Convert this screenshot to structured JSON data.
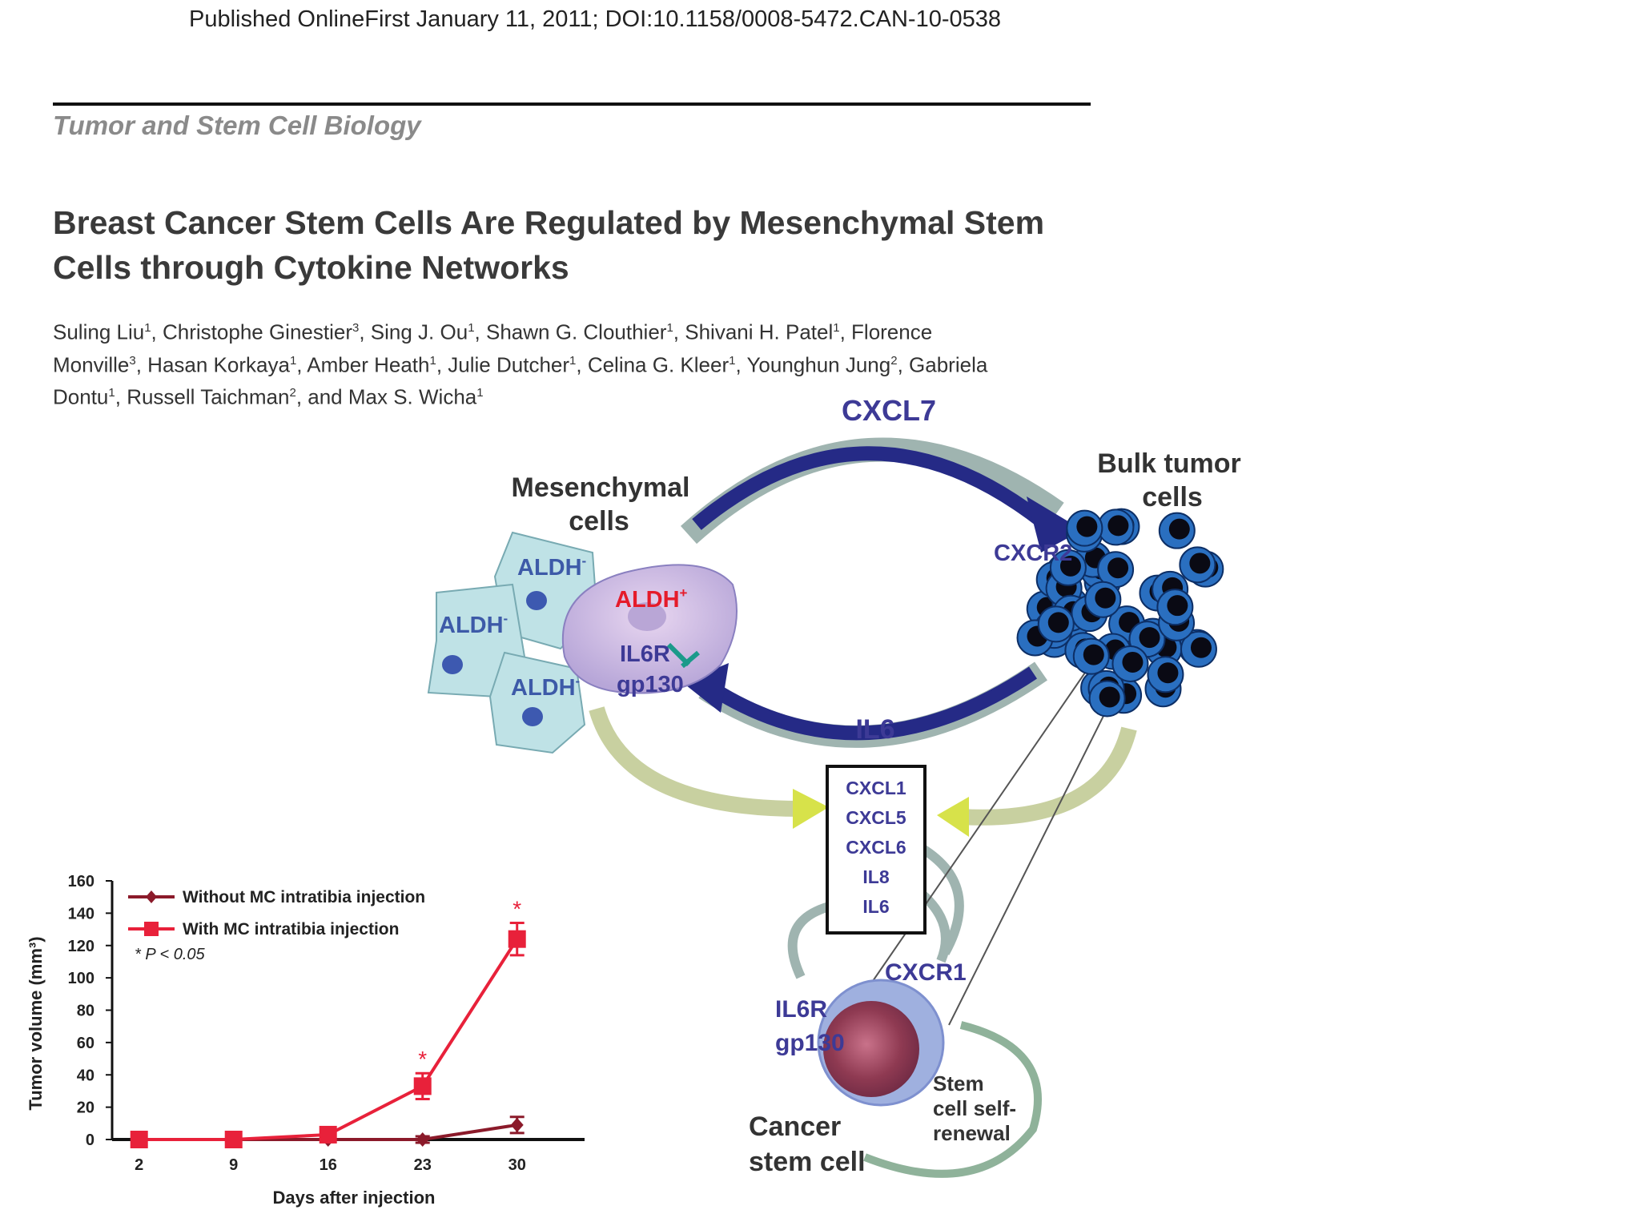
{
  "header": {
    "published_line": "Published OnlineFirst January 11, 2011; DOI:10.1158/0008-5472.CAN-10-0538"
  },
  "section_label": "Tumor and Stem Cell Biology",
  "article_title": "Breast Cancer Stem Cells Are Regulated by Mesenchymal Stem Cells through Cytokine Networks",
  "authors": [
    {
      "name": "Suling Liu",
      "aff": "1"
    },
    {
      "name": "Christophe Ginestier",
      "aff": "3"
    },
    {
      "name": "Sing J. Ou",
      "aff": "1"
    },
    {
      "name": "Shawn G. Clouthier",
      "aff": "1"
    },
    {
      "name": "Shivani H. Patel",
      "aff": "1"
    },
    {
      "name": "Florence Monville",
      "aff": "3"
    },
    {
      "name": "Hasan Korkaya",
      "aff": "1"
    },
    {
      "name": "Amber Heath",
      "aff": "1"
    },
    {
      "name": "Julie Dutcher",
      "aff": "1"
    },
    {
      "name": "Celina G. Kleer",
      "aff": "1"
    },
    {
      "name": "Younghun Jung",
      "aff": "2"
    },
    {
      "name": "Gabriela Dontu",
      "aff": "1"
    },
    {
      "name": "Russell Taichman",
      "aff": "2"
    },
    {
      "name": "Max S. Wicha",
      "aff": "1"
    }
  ],
  "diagram": {
    "cxcl7": "CXCL7",
    "bulk_tumor_line1": "Bulk tumor",
    "bulk_tumor_line2": "cells",
    "mesenchymal_line1": "Mesenchymal",
    "mesenchymal_line2": "cells",
    "cxcr2": "CXCR2",
    "aldh_minus": "ALDH",
    "aldh_minus_sup": "-",
    "aldh_plus": "ALDH",
    "aldh_plus_sup": "+",
    "il6r": "IL6R",
    "gp130": "gp130",
    "il6": "IL6",
    "cytokines": [
      "CXCL1",
      "CXCL5",
      "CXCL6",
      "IL8",
      "IL6"
    ],
    "cxcr1": "CXCR1",
    "csc_il6r": "IL6R",
    "csc_gp130": "gp130",
    "cancer_stem_line1": "Cancer",
    "cancer_stem_line2": "stem cell",
    "self_renewal_line1": "Stem",
    "self_renewal_line2": "cell self-",
    "self_renewal_line3": "renewal"
  },
  "chart_data": {
    "type": "line",
    "x": [
      2,
      9,
      16,
      23,
      30
    ],
    "xlabel": "Days after injection",
    "ylabel": "Tumor volume (mm³)",
    "ylim": [
      0,
      160
    ],
    "yticks": [
      0,
      20,
      40,
      60,
      80,
      100,
      120,
      140,
      160
    ],
    "legend_position": "top-left",
    "note": "* P < 0.05",
    "series": [
      {
        "name": "Without MC intratibia injection",
        "values": [
          0,
          0,
          0,
          0,
          9
        ],
        "errors": [
          0,
          0,
          0,
          2,
          5
        ],
        "color": "#8b1a2a",
        "marker": "diamond"
      },
      {
        "name": "With MC intratibia injection",
        "values": [
          0,
          0,
          3,
          33,
          124
        ],
        "errors": [
          0,
          0,
          2,
          8,
          10
        ],
        "color": "#e8213a",
        "marker": "square",
        "significant": [
          false,
          false,
          false,
          true,
          true
        ]
      }
    ]
  },
  "colors": {
    "label_purple": "#3d3a96",
    "aldh_plus_red": "#e51b2a",
    "arrow_navy": "#252a86",
    "arrow_gray": "#9fb4b0",
    "arrow_yellow": "#d7e24a",
    "cell_fill": "#bfe2e6",
    "tumor_blue": "#2a6fc0"
  }
}
